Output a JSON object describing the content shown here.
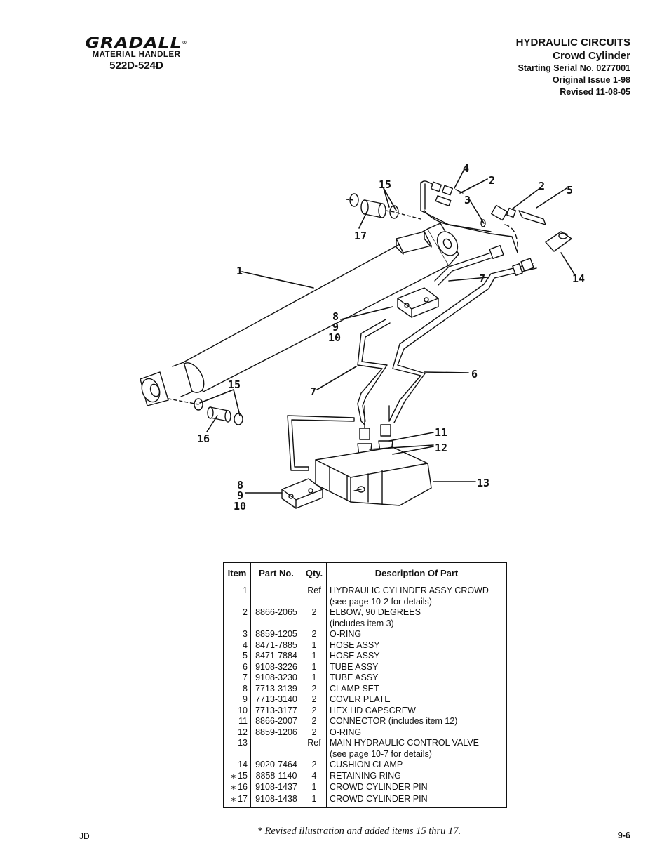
{
  "brand": {
    "logo": "GRADALL",
    "registered": "®",
    "subtitle": "MATERIAL HANDLER",
    "model": "522D-524D"
  },
  "header": {
    "section": "HYDRAULIC  CIRCUITS",
    "title": "Crowd  Cylinder",
    "serial": "Starting Serial No. 0277001",
    "original_issue": "Original Issue 1-98",
    "revised": "Revised  11-08-05"
  },
  "diagram": {
    "callouts": [
      "1",
      "2",
      "2",
      "3",
      "4",
      "5",
      "6",
      "7",
      "7",
      "8",
      "9",
      "10",
      "8",
      "9",
      "10",
      "11",
      "12",
      "13",
      "14",
      "15",
      "15",
      "16",
      "17"
    ]
  },
  "table": {
    "headers": [
      "Item",
      "Part No.",
      "Qty.",
      "Description Of Part"
    ],
    "rows": [
      {
        "item": "1",
        "star": "",
        "part": "",
        "qty": "Ref",
        "desc": [
          "HYDRAULIC CYLINDER ASSY CROWD",
          "(see page 10-2 for details)"
        ]
      },
      {
        "item": "2",
        "star": "",
        "part": "8866-2065",
        "qty": "2",
        "desc": [
          "ELBOW, 90 DEGREES",
          "(includes item 3)"
        ]
      },
      {
        "item": "3",
        "star": "",
        "part": "8859-1205",
        "qty": "2",
        "desc": [
          "O-RING"
        ]
      },
      {
        "item": "4",
        "star": "",
        "part": "8471-7885",
        "qty": "1",
        "desc": [
          "HOSE ASSY"
        ]
      },
      {
        "item": "5",
        "star": "",
        "part": "8471-7884",
        "qty": "1",
        "desc": [
          "HOSE ASSY"
        ]
      },
      {
        "item": "6",
        "star": "",
        "part": "9108-3226",
        "qty": "1",
        "desc": [
          "TUBE ASSY"
        ]
      },
      {
        "item": "7",
        "star": "",
        "part": "9108-3230",
        "qty": "1",
        "desc": [
          "TUBE ASSY"
        ]
      },
      {
        "item": "8",
        "star": "",
        "part": "7713-3139",
        "qty": "2",
        "desc": [
          "CLAMP SET"
        ]
      },
      {
        "item": "9",
        "star": "",
        "part": "7713-3140",
        "qty": "2",
        "desc": [
          "COVER PLATE"
        ]
      },
      {
        "item": "10",
        "star": "",
        "part": "7713-3177",
        "qty": "2",
        "desc": [
          "HEX HD CAPSCREW"
        ]
      },
      {
        "item": "11",
        "star": "",
        "part": "8866-2007",
        "qty": "2",
        "desc": [
          "CONNECTOR (includes item 12)"
        ]
      },
      {
        "item": "12",
        "star": "",
        "part": "8859-1206",
        "qty": "2",
        "desc": [
          "O-RING"
        ]
      },
      {
        "item": "13",
        "star": "",
        "part": "",
        "qty": "Ref",
        "desc": [
          "MAIN HYDRAULIC CONTROL VALVE",
          "(see page 10-7 for details)"
        ]
      },
      {
        "item": "14",
        "star": "",
        "part": "9020-7464",
        "qty": "2",
        "desc": [
          "CUSHION CLAMP"
        ]
      },
      {
        "item": "15",
        "star": "∗",
        "part": "8858-1140",
        "qty": "4",
        "desc": [
          "RETAINING RING"
        ]
      },
      {
        "item": "16",
        "star": "∗",
        "part": "9108-1437",
        "qty": "1",
        "desc": [
          "CROWD CYLINDER PIN"
        ]
      },
      {
        "item": "17",
        "star": "∗",
        "part": "9108-1438",
        "qty": "1",
        "desc": [
          "CROWD CYLINDER PIN"
        ]
      }
    ]
  },
  "footer": {
    "left": "JD",
    "note": "* Revised illustration and added items 15 thru 17.",
    "page": "9-6"
  }
}
